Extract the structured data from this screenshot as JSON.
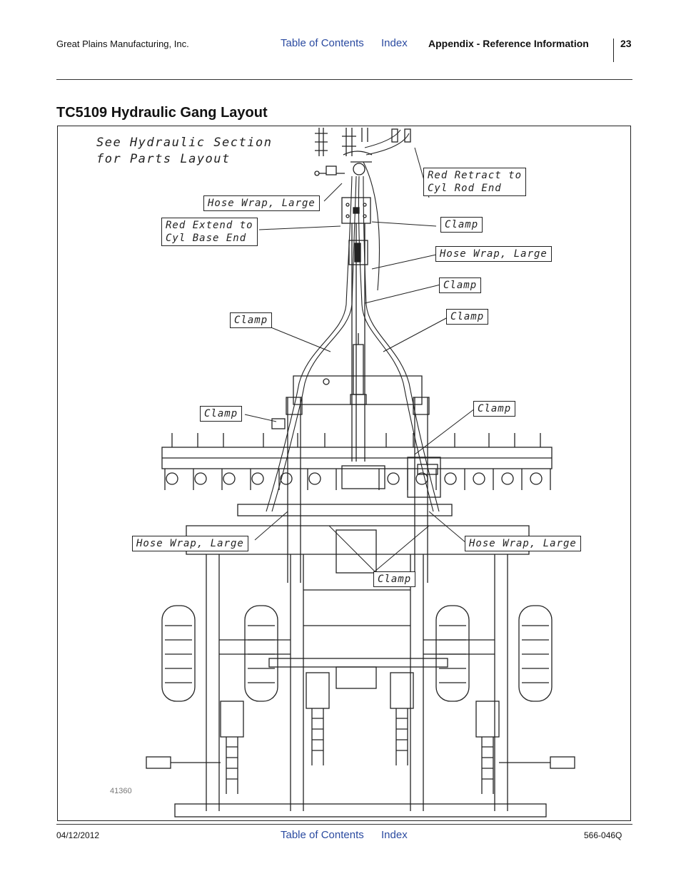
{
  "header": {
    "company": "Great Plains Manufacturing, Inc.",
    "toc_link": "Table of Contents",
    "index_link": "Index",
    "section": "Appendix - Reference Information",
    "page_number": "23"
  },
  "page_title": "TC5109 Hydraulic Gang Layout",
  "figure": {
    "note_line1": "See Hydraulic Section",
    "note_line2": "for Parts Layout",
    "callouts": {
      "red_retract_l1": "Red Retract to",
      "red_retract_l2": "Cyl Rod End",
      "hose_wrap_top": "Hose Wrap, Large",
      "red_extend_l1": "Red Extend to",
      "red_extend_l2": "Cyl Base End",
      "clamp_1": "Clamp",
      "hose_wrap_right": "Hose Wrap, Large",
      "clamp_2": "Clamp",
      "clamp_3": "Clamp",
      "clamp_4": "Clamp",
      "clamp_5": "Clamp",
      "clamp_6": "Clamp",
      "hose_wrap_lower_left": "Hose Wrap, Large",
      "hose_wrap_lower_right": "Hose Wrap, Large",
      "clamp_7": "Clamp"
    },
    "figure_number": "41360"
  },
  "footer": {
    "date": "04/12/2012",
    "toc_link": "Table of Contents",
    "index_link": "Index",
    "doc_number": "566-046Q"
  }
}
